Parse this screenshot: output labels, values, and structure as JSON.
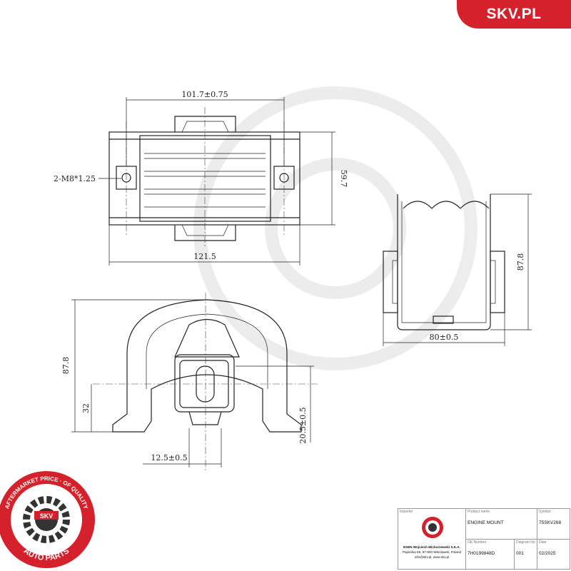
{
  "brand": {
    "logo_text": "SKV.PL",
    "accent": "#d4212b"
  },
  "seal": {
    "ring_text": "AFTERMARKET PRICE · OF QUALITY",
    "center_text": "SKV",
    "bottom_text": "AUTO PARTS",
    "color": "#d4212b"
  },
  "dimensions": {
    "top_width": "101.7±0.75",
    "thread": "2-M8*1.25",
    "height_side": "59.7",
    "overall_width": "121.5",
    "right_height": "87.8",
    "right_width": "80±0.5",
    "front_height": "87.8",
    "front_small": "32",
    "front_offset": "20.5±0.5",
    "front_width": "12.5±0.5"
  },
  "title_block": {
    "importer_caption": "Importer",
    "importer_name": "ESEN Wojciech Michorzewski S.K.A.",
    "importer_address": "Papieżka 69, 87-800 Włocławek, Poland",
    "importer_contact": "info@skv.pl, www.skv.pl",
    "product_caption": "Product name",
    "product_name": "ENGINE MOUNT",
    "symbol_caption": "Symbol",
    "symbol": "75SKV268",
    "oe_caption": "OE Number",
    "oe_number": "7H0199848D",
    "diagram_caption": "Diagram No.",
    "diagram_no": "001",
    "date_caption": "Date",
    "date": "02/2025"
  }
}
